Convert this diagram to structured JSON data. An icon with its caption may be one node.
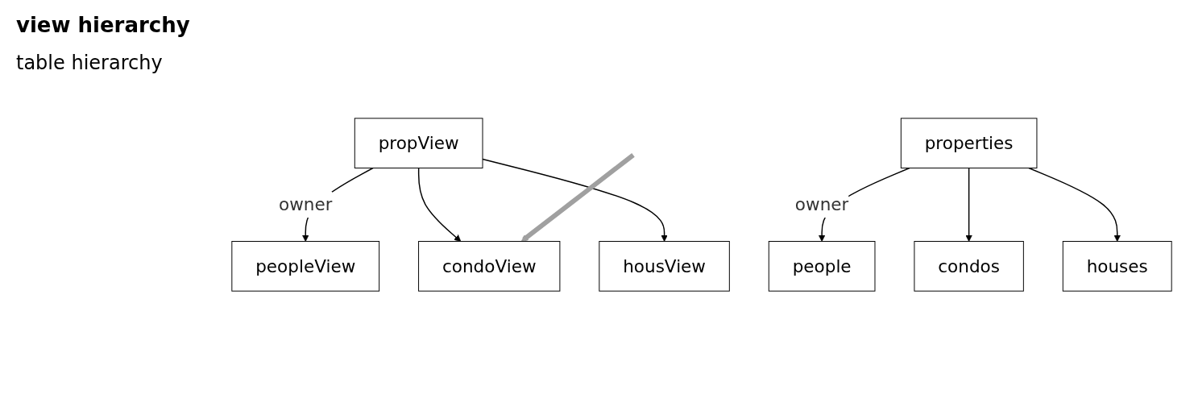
{
  "diagram": {
    "title": "view hierarchy",
    "nodes": [
      {
        "text": [
          "peopleView"
        ]
      },
      {
        "text": [
          "propView"
        ]
      },
      {
        "text": [
          "condoView"
        ]
      },
      {
        "text": [
          "housView"
        ]
      },
      {
        "text": [
          "people"
        ]
      },
      {
        "text": [
          "properties"
        ]
      },
      {
        "text": [
          "condos"
        ]
      },
      {
        "text": [
          "houses"
        ]
      }
    ],
    "edges": [
      {
        "from": 1,
        "to": 0,
        "arrow": "to",
        "label": "owner"
      },
      {
        "from": 1,
        "to": 2,
        "arrow": "to"
      },
      {
        "from": 1,
        "to": 3,
        "arrow": "to"
      },
      {
        "from": 5,
        "to": 4,
        "arrow": "to",
        "label": "owner"
      },
      {
        "from": 5,
        "to": 6,
        "arrow": "to"
      },
      {
        "from": 5,
        "to": 7,
        "arrow": "to"
      },
      {
        "from": null,
        "to": 2,
        "arrow": "to",
        "style": "thick",
        "color": "#a0a0a0"
      }
    ],
    "labels": [
      "table hierarchy"
    ]
  }
}
